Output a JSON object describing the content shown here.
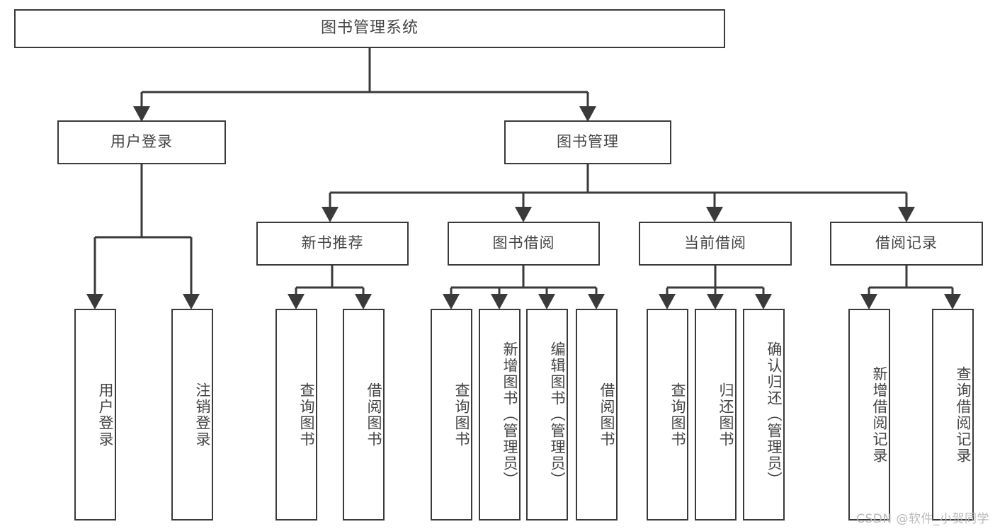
{
  "diagram": {
    "title_label": "图书管理系统",
    "stroke_color": "#3a3a3a",
    "text_color": "#444444",
    "background_color": "#ffffff",
    "level2": [
      {
        "id": "user-login",
        "label": "用户登录"
      },
      {
        "id": "book-manage",
        "label": "图书管理"
      }
    ],
    "level3": [
      {
        "id": "new-book-recommend",
        "label": "新书推荐"
      },
      {
        "id": "book-borrow",
        "label": "图书借阅"
      },
      {
        "id": "current-borrow",
        "label": "当前借阅"
      },
      {
        "id": "borrow-record",
        "label": "借阅记录"
      }
    ],
    "leaves": {
      "user_login": [
        {
          "id": "leaf-user-login",
          "label": "用户登录"
        },
        {
          "id": "leaf-logout-login",
          "label": "注销登录"
        }
      ],
      "new_book_recommend": [
        {
          "id": "leaf-query-book-1",
          "label": "查询图书"
        },
        {
          "id": "leaf-borrow-book-1",
          "label": "借阅图书"
        }
      ],
      "book_borrow": [
        {
          "id": "leaf-query-book-2",
          "label": "查询图书"
        },
        {
          "id": "leaf-add-book",
          "label": "新增图书（管理员）"
        },
        {
          "id": "leaf-edit-book",
          "label": "编辑图书（管理员）"
        },
        {
          "id": "leaf-borrow-book-2",
          "label": "借阅图书"
        }
      ],
      "current_borrow": [
        {
          "id": "leaf-query-book-3",
          "label": "查询图书"
        },
        {
          "id": "leaf-return-book",
          "label": "归还图书"
        },
        {
          "id": "leaf-confirm-return",
          "label": "确认归还（管理员）"
        }
      ],
      "borrow_record": [
        {
          "id": "leaf-add-record",
          "label": "新增借阅记录"
        },
        {
          "id": "leaf-query-record",
          "label": "查询借阅记录"
        }
      ]
    }
  },
  "watermark": {
    "text": "CSDN @软件_小贺同学"
  }
}
